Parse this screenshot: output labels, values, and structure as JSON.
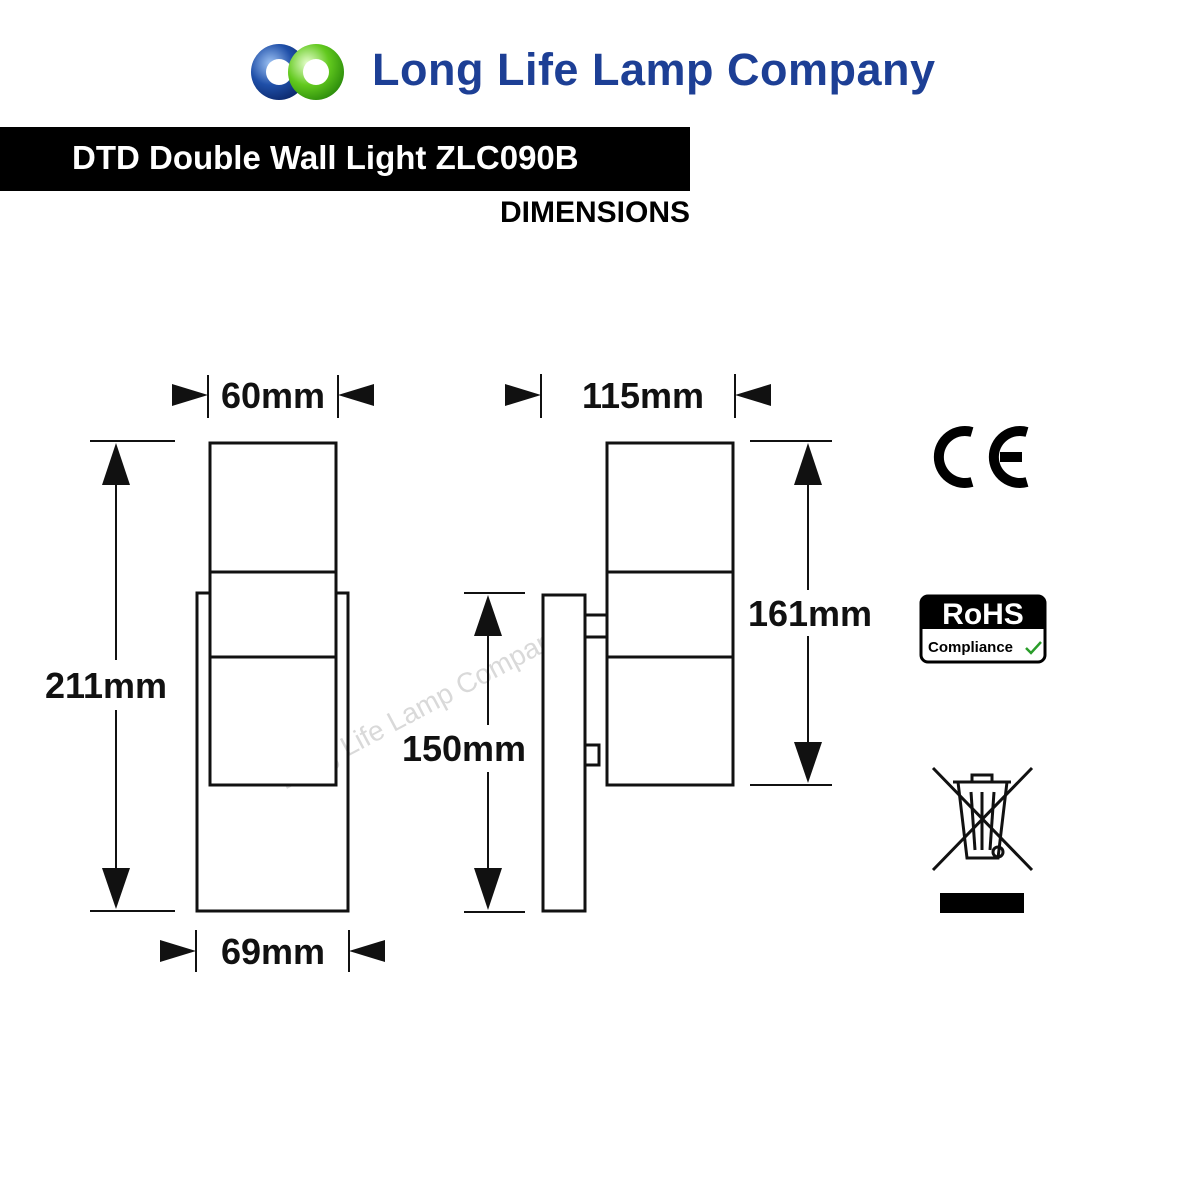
{
  "header": {
    "company": "Long Life Lamp Company",
    "logo_icon": "interlocking-circles-logo",
    "brand_color": "#1d3f95"
  },
  "product": {
    "title": "DTD Double Wall Light ZLC090B",
    "subtitle": "DIMENSIONS"
  },
  "front_view": {
    "top_width": "60mm",
    "height": "211mm",
    "bottom_width": "69mm"
  },
  "side_view": {
    "depth": "115mm",
    "head_height": "161mm",
    "plate_height": "150mm"
  },
  "watermark": "Long Life Lamp Company",
  "certifications": {
    "ce": "CE",
    "rohs_title": "RoHS",
    "rohs_subtitle": "Compliance",
    "weee_icon": "crossed-out-bin-icon"
  }
}
